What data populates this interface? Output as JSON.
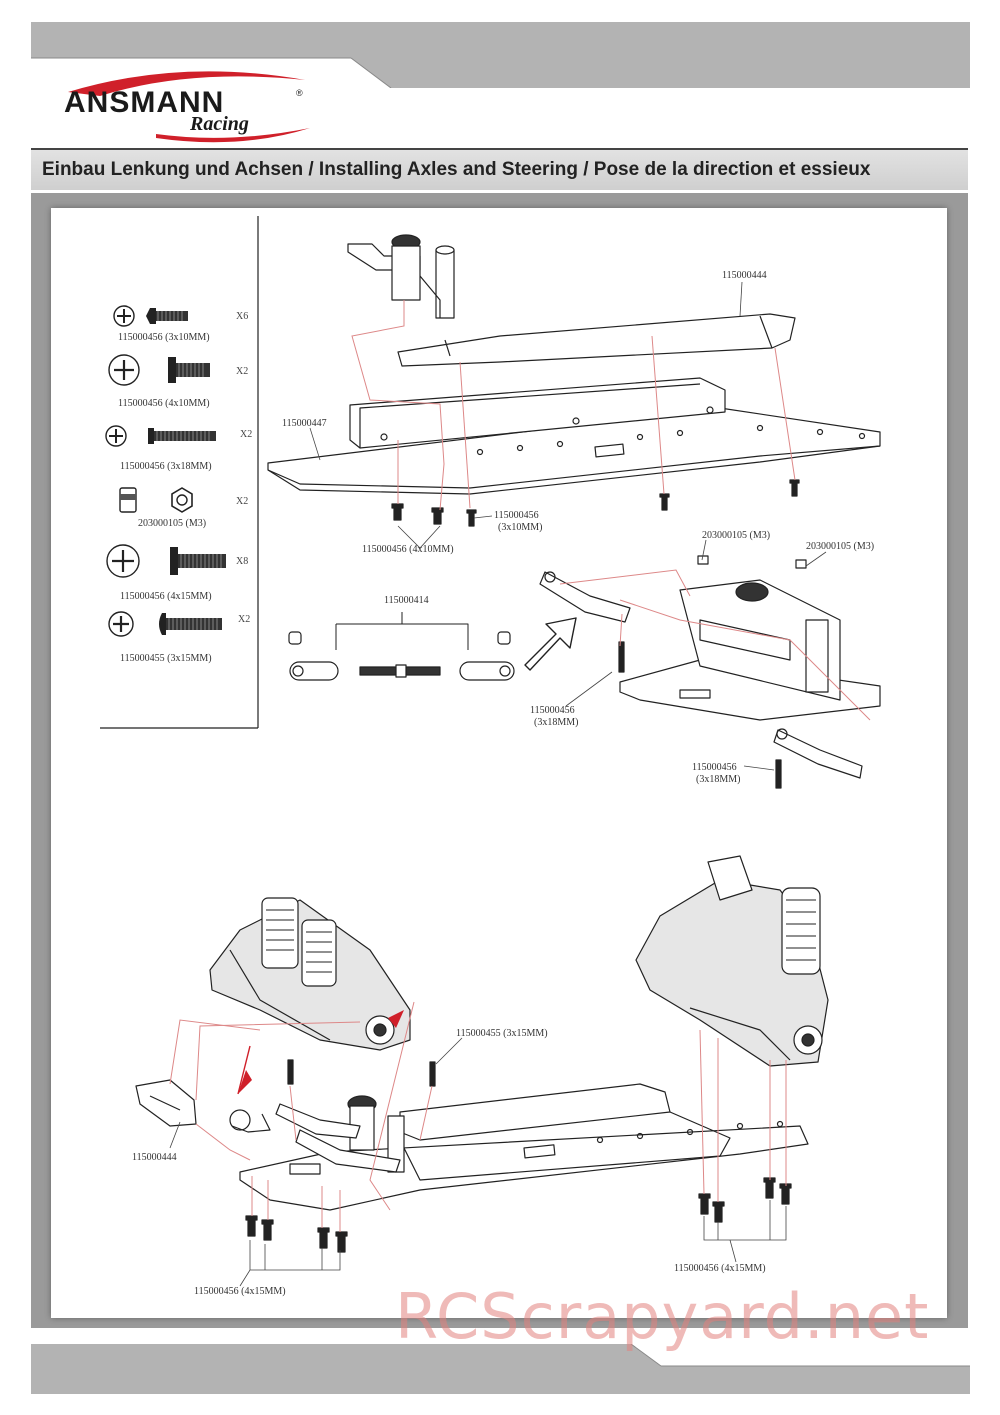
{
  "brand": {
    "name": "ANSMANN",
    "subname": "Racing",
    "registered": "®",
    "accent_color": "#d0202a"
  },
  "header": {
    "title": "Einbau Lenkung und Achsen / Installing Axles and Steering / Pose de la direction et essieux"
  },
  "parts_list": [
    {
      "label": "115000456 (3x10MM)",
      "qty": "X6",
      "icon": "phillips-countersunk-screw-icon"
    },
    {
      "label": "115000456 (4x10MM)",
      "qty": "X2",
      "icon": "phillips-countersunk-screw-icon"
    },
    {
      "label": "115000456 (3x18MM)",
      "qty": "X2",
      "icon": "phillips-countersunk-screw-icon"
    },
    {
      "label": "203000105 (M3)",
      "qty": "X2",
      "icon": "lock-nut-icon"
    },
    {
      "label": "115000456 (4x15MM)",
      "qty": "X8",
      "icon": "phillips-countersunk-screw-icon"
    },
    {
      "label": "115000455 (3x15MM)",
      "qty": "X2",
      "icon": "phillips-button-head-screw-icon"
    }
  ],
  "callouts": {
    "c1": "115000444",
    "c2": "115000447",
    "c3": "115000456",
    "c3b": "(3x10MM)",
    "c4": "115000456 (4x10MM)",
    "c5": "115000414",
    "c6": "203000105 (M3)",
    "c7": "203000105 (M3)",
    "c8": "115000456",
    "c8b": "(3x18MM)",
    "c9": "115000456",
    "c9b": "(3x18MM)",
    "c10": "115000455 (3x15MM)",
    "c11": "115000444",
    "c12": "115000456 (4x15MM)",
    "c13": "115000456 (4x15MM)"
  },
  "watermark": "RCScrapyard.net"
}
